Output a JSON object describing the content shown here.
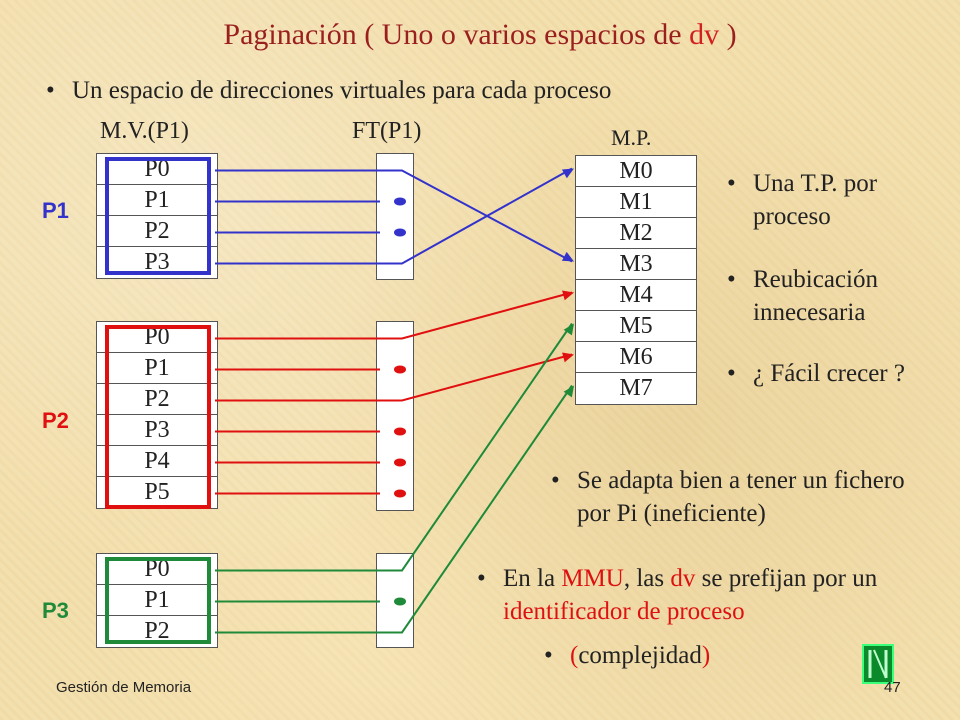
{
  "title": {
    "main": "Paginación ( Uno o varios espacios de ",
    "dv": "dv",
    "end": " )"
  },
  "intro": "Un espacio de direcciones virtuales para cada proceso",
  "labels": {
    "mv": "M.V.(P1)",
    "ft": "FT(P1)",
    "mp": "M.P."
  },
  "processes": [
    {
      "name": "P1",
      "color": "#3333cc",
      "pages": [
        "P0",
        "P1",
        "P2",
        "P3"
      ],
      "mappings": [
        3,
        null,
        null,
        0
      ]
    },
    {
      "name": "P2",
      "color": "#e01010",
      "pages": [
        "P0",
        "P1",
        "P2",
        "P3",
        "P4",
        "P5"
      ],
      "mappings": [
        4,
        null,
        6,
        null,
        null,
        null
      ]
    },
    {
      "name": "P3",
      "color": "#1f8a3a",
      "pages": [
        "P0",
        "P1",
        "P2"
      ],
      "mappings": [
        5,
        null,
        7
      ]
    }
  ],
  "memory": [
    "M0",
    "M1",
    "M2",
    "M3",
    "M4",
    "M5",
    "M6",
    "M7"
  ],
  "side_bullets": [
    "Una T.P. por proceso",
    "Reubicación innecesaria",
    "¿ Fácil crecer ?"
  ],
  "bullet_fichero": {
    "before": "Se adapta bien a tener un fichero por Pi (",
    "ineficiente": "ineficiente",
    "after": ")"
  },
  "bullet_mmu": {
    "p1": "En la ",
    "mmu": "MMU",
    "p2": ", las ",
    "dv": "dv",
    "p3": " se prefijan por un ",
    "ident": "identificador de proceso"
  },
  "complejidad": {
    "open": "(",
    "word": "complejidad",
    "close": ")"
  },
  "footer": {
    "left": "Gestión de Memoria",
    "page": "47"
  }
}
